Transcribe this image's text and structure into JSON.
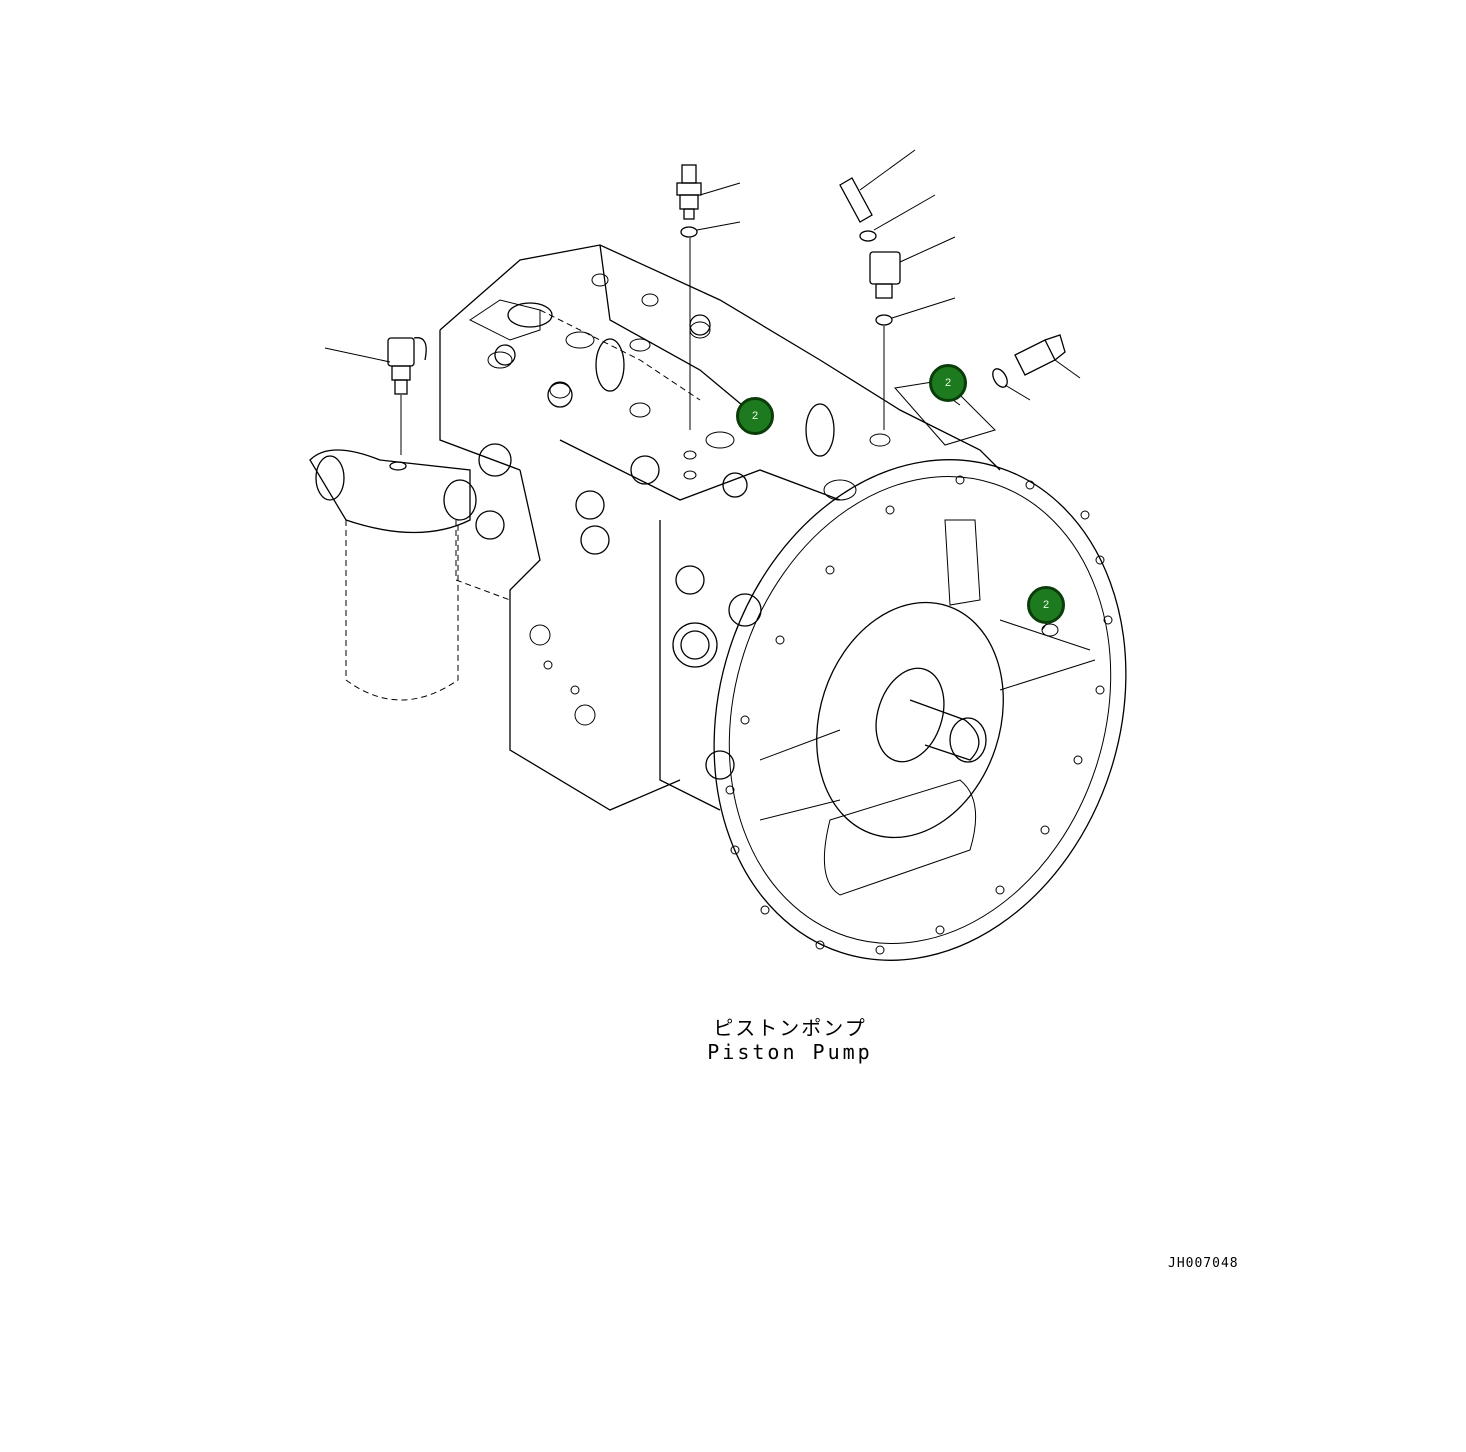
{
  "caption": {
    "japanese": "ピストンポンプ",
    "english": "Piston Pump"
  },
  "figure_id": "JH007048",
  "callouts": [
    {
      "label": "2",
      "color": "#1e7a1e"
    },
    {
      "label": "2",
      "color": "#1e7a1e"
    },
    {
      "label": "2",
      "color": "#1e7a1e"
    }
  ]
}
